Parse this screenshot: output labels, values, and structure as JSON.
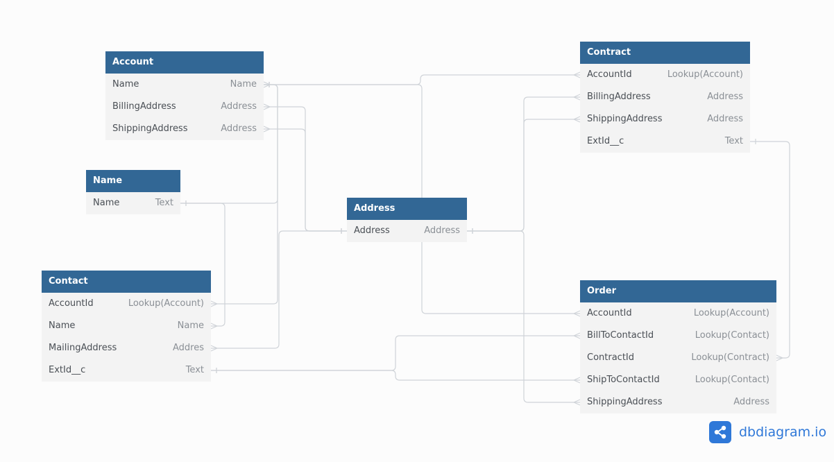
{
  "diagram": {
    "tables": [
      {
        "id": "account",
        "title": "Account",
        "fields": [
          {
            "name": "Name",
            "type": "Name"
          },
          {
            "name": "BillingAddress",
            "type": "Address"
          },
          {
            "name": "ShippingAddress",
            "type": "Address"
          }
        ]
      },
      {
        "id": "name",
        "title": "Name",
        "fields": [
          {
            "name": "Name",
            "type": "Text"
          }
        ]
      },
      {
        "id": "contact",
        "title": "Contact",
        "fields": [
          {
            "name": "AccountId",
            "type": "Lookup(Account)"
          },
          {
            "name": "Name",
            "type": "Name"
          },
          {
            "name": "MailingAddress",
            "type": "Addres"
          },
          {
            "name": "ExtId__c",
            "type": "Text"
          }
        ]
      },
      {
        "id": "address",
        "title": "Address",
        "fields": [
          {
            "name": "Address",
            "type": "Address"
          }
        ]
      },
      {
        "id": "contract",
        "title": "Contract",
        "fields": [
          {
            "name": "AccountId",
            "type": "Lookup(Account)"
          },
          {
            "name": "BillingAddress",
            "type": "Address"
          },
          {
            "name": "ShippingAddress",
            "type": "Address"
          },
          {
            "name": "ExtId__c",
            "type": "Text"
          }
        ]
      },
      {
        "id": "order",
        "title": "Order",
        "fields": [
          {
            "name": "AccountId",
            "type": "Lookup(Account)"
          },
          {
            "name": "BillToContactId",
            "type": "Lookup(Contact)"
          },
          {
            "name": "ContractId",
            "type": "Lookup(Contract)"
          },
          {
            "name": "ShipToContactId",
            "type": "Lookup(Contact)"
          },
          {
            "name": "ShippingAddress",
            "type": "Address"
          }
        ]
      }
    ],
    "relationships": [
      {
        "from": "contract.AccountId",
        "to": "account.Name"
      },
      {
        "from": "account.Name",
        "to": "name.Name"
      },
      {
        "from": "account.BillingAddress",
        "to": "address.Address"
      },
      {
        "from": "account.ShippingAddress",
        "to": "address.Address"
      },
      {
        "from": "contact.AccountId",
        "to": "account.Name"
      },
      {
        "from": "contact.Name",
        "to": "name.Name"
      },
      {
        "from": "contact.MailingAddress",
        "to": "address.Address"
      },
      {
        "from": "order.AccountId",
        "to": "account.Name"
      },
      {
        "from": "contract.BillingAddress",
        "to": "address.Address"
      },
      {
        "from": "contract.ShippingAddress",
        "to": "address.Address"
      },
      {
        "from": "order.ShippingAddress",
        "to": "address.Address"
      },
      {
        "from": "order.BillToContactId",
        "to": "contact.ExtId__c"
      },
      {
        "from": "order.ShipToContactId",
        "to": "contact.ExtId__c"
      },
      {
        "from": "order.ContractId",
        "to": "contract.ExtId__c"
      }
    ]
  },
  "brand": {
    "logo_text": "dbdiagram.io",
    "icon": "share-nodes-icon",
    "accent": "#2f78d8"
  },
  "colors": {
    "header": "#326795",
    "body": "#f3f3f3",
    "edge": "#cfd3d8"
  }
}
